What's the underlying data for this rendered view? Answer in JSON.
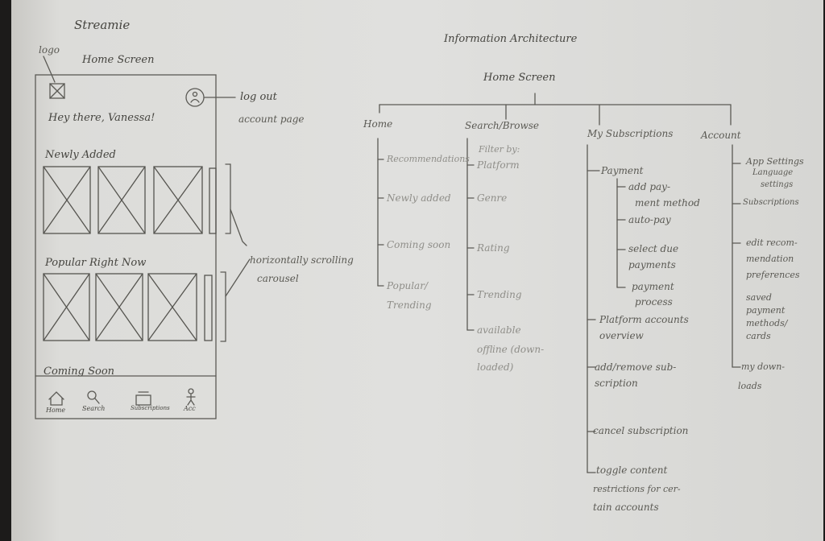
{
  "wireframe": {
    "app_name": "Streamie",
    "logo_label": "logo",
    "screen_title": "Home Screen",
    "greeting": "Hey there, Vanessa!",
    "logout_note": "log out",
    "account_note": "account page",
    "newly_added": "Newly Added",
    "popular": "Popular Right Now",
    "coming_soon": "Coming Soon",
    "carousel_note_1": "horizontally scrolling",
    "carousel_note_2": "carousel",
    "nav": [
      "Home",
      "Search",
      "Subscriptions",
      "Acc"
    ]
  },
  "ia": {
    "title": "Information Architecture",
    "root": "Home Screen",
    "home": {
      "label": "Home",
      "items": [
        "Recommendations",
        "Newly added",
        "Coming soon",
        "Popular/",
        "Trending"
      ]
    },
    "search": {
      "label": "Search/Browse",
      "items": [
        "Filter by:",
        "Platform",
        "Genre",
        "Rating",
        "Trending",
        "available",
        "offline (down-",
        "loaded)"
      ]
    },
    "subs": {
      "label": "My Subscriptions",
      "payment": "Payment",
      "payment_items": [
        "add pay-",
        "ment method",
        "auto-pay",
        "select due",
        "payments",
        "payment",
        "process"
      ],
      "items": [
        "Platform accounts",
        "overview",
        "add/remove sub-",
        "scription",
        "cancel subscription",
        "toggle content",
        "restrictions for cer-",
        "tain accounts"
      ]
    },
    "account": {
      "label": "Account",
      "items": [
        "App Settings",
        "Language",
        "settings",
        "Subscriptions",
        "edit recom-",
        "mendation",
        "preferences",
        "saved",
        "payment",
        "methods/",
        "cards",
        "my down-",
        "loads"
      ]
    }
  }
}
